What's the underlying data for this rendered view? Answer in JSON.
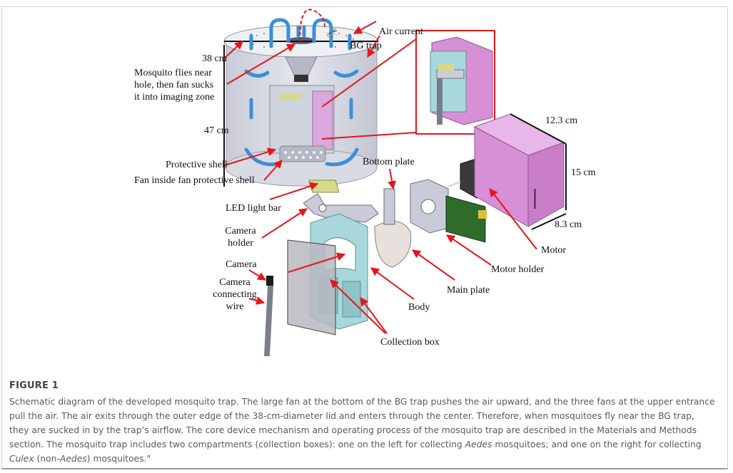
{
  "figure": {
    "labels": {
      "air_current": "Air current",
      "bg_trap": "BG trap",
      "lid_diameter": "38 cm",
      "mosquito_note_1": "Mosquito flies near",
      "mosquito_note_2": "hole, then fan sucks",
      "mosquito_note_3": "it into imaging zone",
      "trap_height": "47 cm",
      "protective_shell": "Protective  shell",
      "fan_inside": "Fan inside fan protective shell",
      "bottom_plate": "Bottom plate",
      "led_light_bar": "LED light bar",
      "camera_holder_1": "Camera",
      "camera_holder_2": "holder",
      "camera": "Camera",
      "camera_wire_1": "Camera",
      "camera_wire_2": "connecting",
      "camera_wire_3": "wire",
      "body": "Body",
      "main_plate": "Main plate",
      "motor_holder": "Motor holder",
      "motor": "Motor",
      "collection_box": "Collection box",
      "box_width": "12.3 cm",
      "box_height": "15 cm",
      "box_depth": "8.3 cm"
    },
    "colors": {
      "leader_line": "#e8141b",
      "air_arrow": "#3d8fd6",
      "enclosure": "#d78fd6",
      "body_part": "#a8d8dc",
      "motor": "#3a3a3a",
      "pcb": "#2f6b2a",
      "led_bar": "#d6d98a"
    }
  },
  "caption": {
    "title": "FIGURE 1",
    "part1": "Schematic diagram of the developed mosquito trap. The large fan at the bottom of the BG trap pushes the air upward, and the three fans at the upper entrance pull the air. The air exits through the outer edge of the 38-cm-diameter lid and enters through the center. Therefore, when mosquitoes fly near the BG trap, they are sucked in by the trap’s airflow. The core device mechanism and operating process of the mosquito trap are described in the Materials and Methods section. The mosquito trap includes two compartments (collection boxes): one on the left for collecting ",
    "aedes_1": "Aedes",
    "part2": " mosquitoes; and one on the right for collecting ",
    "culex": "Culex",
    "part3": " (non-",
    "aedes_2": "Aedes",
    "part4": ") mosquitoes.\""
  }
}
